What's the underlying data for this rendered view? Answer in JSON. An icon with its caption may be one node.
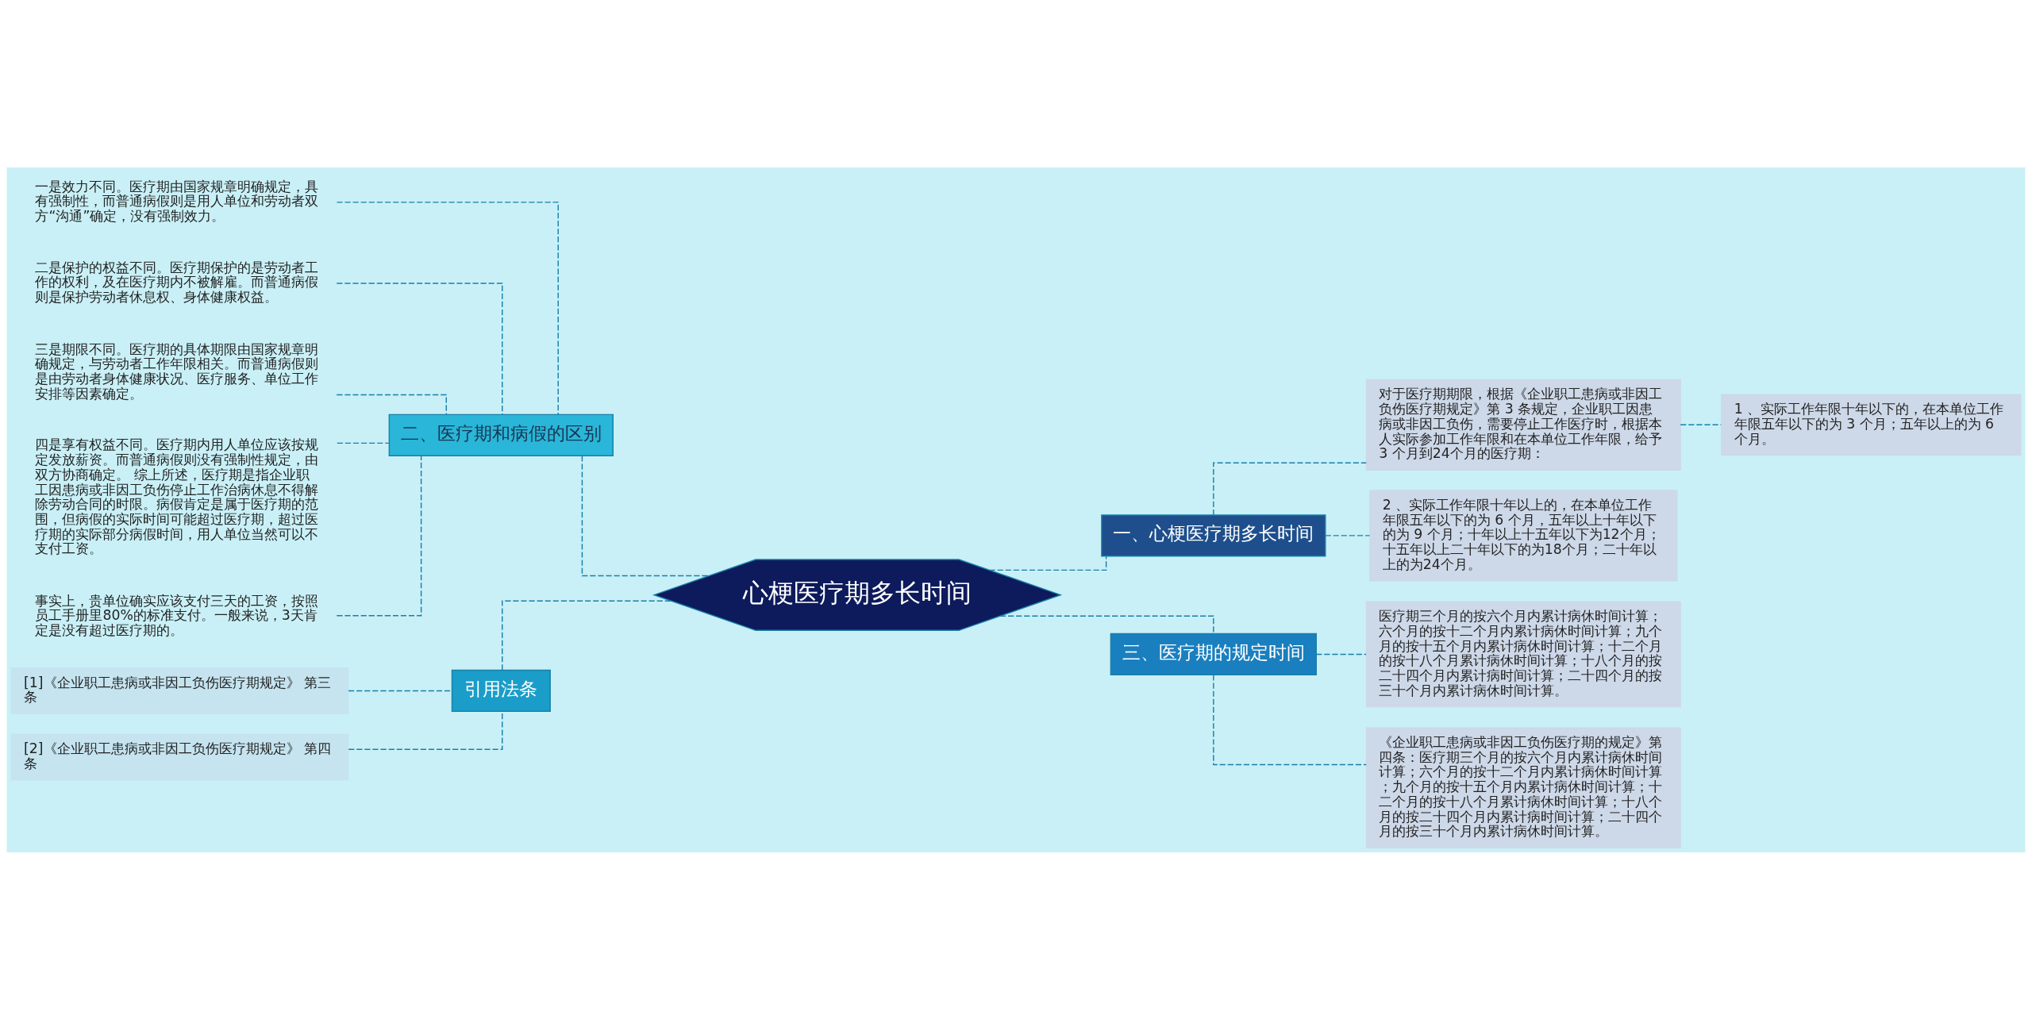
{
  "diagram": {
    "nodes": [
      {
        "text": [
          "心梗医疗期多长时间"
        ]
      },
      {
        "text": [
          "一、心梗医疗期多长时间"
        ]
      },
      {
        "text": [
          "对于医疗期期限，根据《企业职工患病或非因工负伤医疗期规定》第 3 条规定，企业职工因患病或非因工负伤，需要停止工作医疗时，根据本人实际参加工作年限和在本单位工作年限，给予 3 个月到24个月的医疗期："
        ]
      },
      {
        "text": [
          "1 、实际工作年限十年以下的，在本单位工作年限五年以下的为 3 个月；五年以上的为 6 个月。"
        ]
      },
      {
        "text": [
          "2 、实际工作年限十年以上的，在本单位工作年限五年以下的为 6 个月，五年以上十年以下的为 9 个月；十年以上十五年以下为12个月；十五年以上二十年以下的为18个月；二十年以上的为24个月。"
        ]
      },
      {
        "text": [
          "三、医疗期的规定时间"
        ]
      },
      {
        "text": [
          "医疗期三个月的按六个月内累计病休时间计算；六个月的按十二个月内累计病休时间计算；九个月的按十五个月内累计病休时间计算；十二个月的按十八个月累计病休时间计算；十八个月的按二十四个月内累计病时间计算；二十四个月的按三十个月内累计病休时间计算。"
        ]
      },
      {
        "text": [
          "《企业职工患病或非因工负伤医疗期的规定》第四条：医疗期三个月的按六个月内累计病休时间计算；六个月的按十二个月内累计病休时间计算；九个月的按十五个月内累计病休时间计算；十二个月的按十八个月累计病休时间计算；十八个月的按二十四个月内累计病时间计算；二十四个月的按三十个月内累计病休时间计算。"
        ]
      },
      {
        "text": [
          "二、医疗期和病假的区别"
        ]
      },
      {
        "text": [
          "一是效力不同。医疗期由国家规章明确规定，具有强制性，而普通病假则是用人单位和劳动者双方“沟通”确定，没有强制效力。"
        ]
      },
      {
        "text": [
          "二是保护的权益不同。医疗期保护的是劳动者工作的权利，及在医疗期内不被解雇。而普通病假则是保护劳动者休息权、身体健康权益。"
        ]
      },
      {
        "text": [
          "三是期限不同。医疗期的具体期限由国家规章明确规定，与劳动者工作年限相关。而普通病假则是由劳动者身体健康状况、医疗服务、单位工作安排等因素确定。"
        ]
      },
      {
        "text": [
          "四是享有权益不同。医疗期内用人单位应该按规定发放薪资。而普通病假则没有强制性规定，由双方协商确定。 综上所述，医疗期是指企业职工因患病或非因工负伤停止工作治病休息不得解除劳动合同的时限。病假肯定是属于医疗期的范围，但病假的实际时间可能超过医疗期，超过医疗期的实际部分病假时间，用人单位当然可以不支付工资。"
        ]
      },
      {
        "text": [
          "事实上，贵单位确实应该支付三天的工资，按照员工手册里80%的标准支付。一般来说，3天肯定是没有超过医疗期的。"
        ]
      },
      {
        "text": [
          "引用法条"
        ]
      },
      {
        "text": [
          "[1]《企业职工患病或非因工负伤医疗期规定》 第三条"
        ]
      },
      {
        "text": [
          "[2]《企业职工患病或非因工负伤医疗期规定》 第四条"
        ]
      }
    ],
    "edges": [
      {
        "from": 0,
        "to": 1,
        "arrow": "none",
        "style": "dashed"
      },
      {
        "from": 1,
        "to": 2,
        "arrow": "none",
        "style": "dashed"
      },
      {
        "from": 2,
        "to": 3,
        "arrow": "none",
        "style": "dashed"
      },
      {
        "from": 1,
        "to": 4,
        "arrow": "none",
        "style": "dashed"
      },
      {
        "from": 0,
        "to": 5,
        "arrow": "none",
        "style": "dashed"
      },
      {
        "from": 5,
        "to": 6,
        "arrow": "none",
        "style": "dashed"
      },
      {
        "from": 5,
        "to": 7,
        "arrow": "none",
        "style": "dashed"
      },
      {
        "from": 0,
        "to": 8,
        "arrow": "none",
        "style": "dashed"
      },
      {
        "from": 8,
        "to": 9,
        "arrow": "none",
        "style": "dashed"
      },
      {
        "from": 8,
        "to": 10,
        "arrow": "none",
        "style": "dashed"
      },
      {
        "from": 8,
        "to": 11,
        "arrow": "none",
        "style": "dashed"
      },
      {
        "from": 8,
        "to": 12,
        "arrow": "none",
        "style": "dashed"
      },
      {
        "from": 8,
        "to": 13,
        "arrow": "none",
        "style": "dashed"
      },
      {
        "from": 0,
        "to": 14,
        "arrow": "none",
        "style": "dashed"
      },
      {
        "from": 14,
        "to": 15,
        "arrow": "none",
        "style": "dashed"
      },
      {
        "from": 14,
        "to": 16,
        "arrow": "none",
        "style": "dashed"
      }
    ]
  }
}
